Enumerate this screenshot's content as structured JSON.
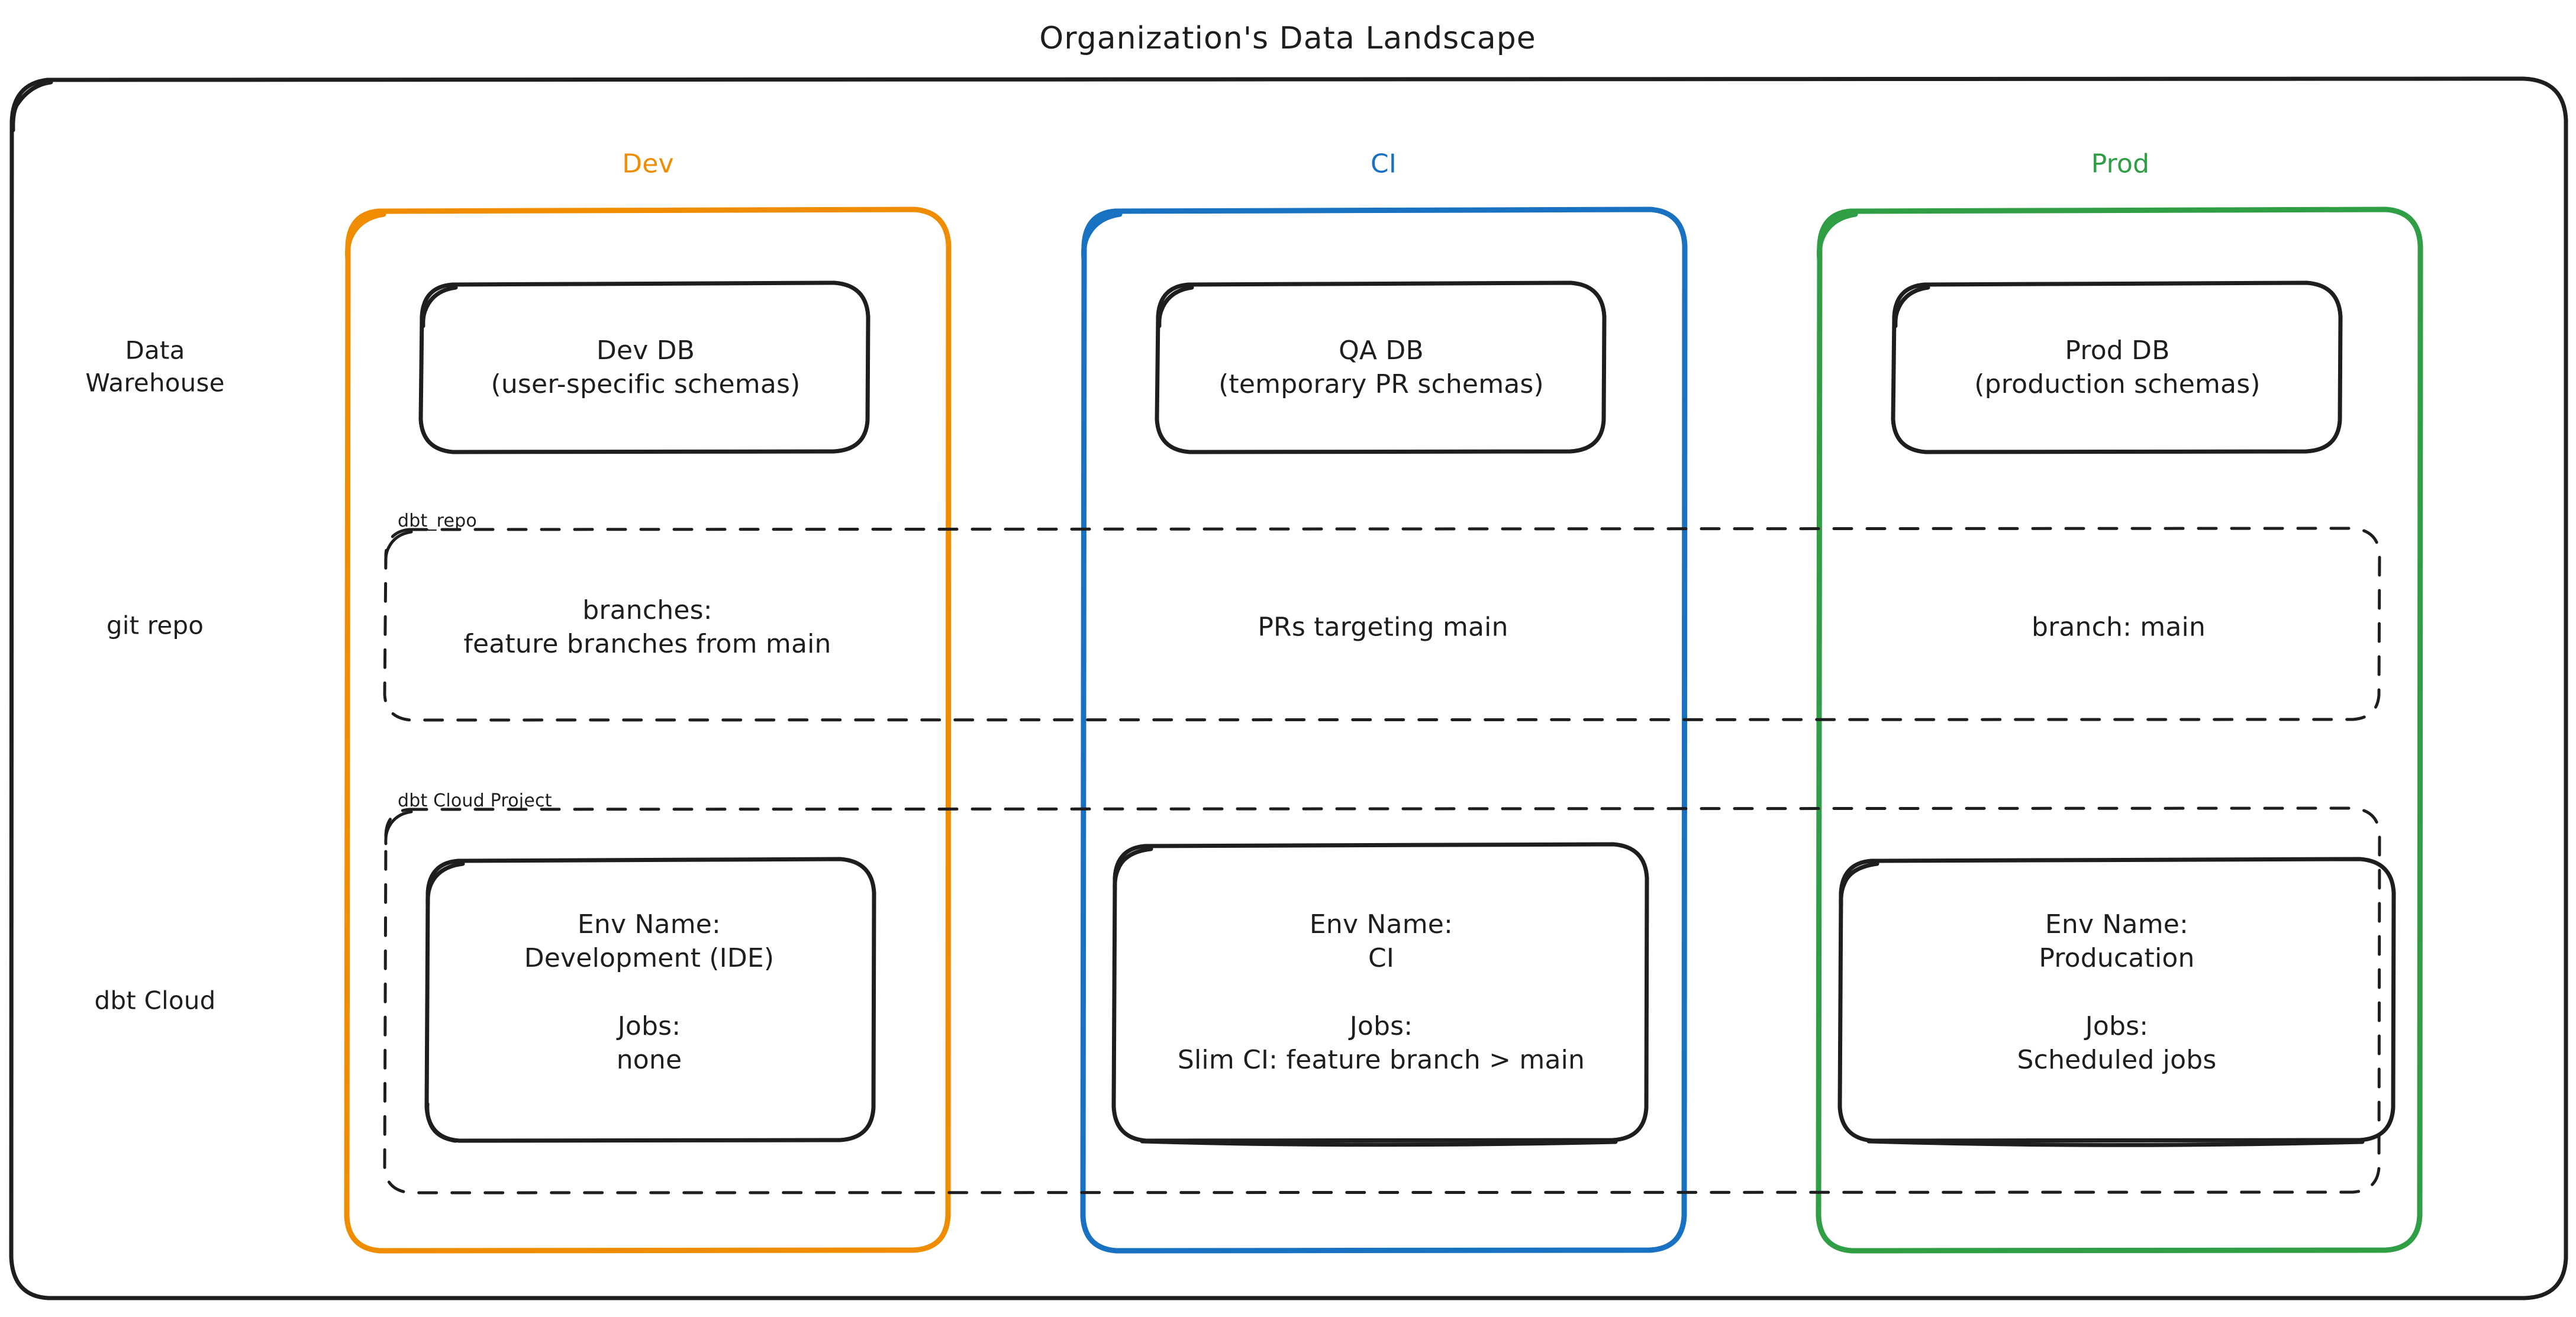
{
  "diagram": {
    "title": "Organization's Data Landscape",
    "type": "architecture-matrix",
    "colors": {
      "dev": "#f08c00",
      "ci": "#1971c2",
      "prod": "#2f9e44",
      "stroke": "#1e1e1e",
      "background": "#ffffff"
    },
    "columns": [
      {
        "key": "dev",
        "label": "Dev",
        "color": "#f08c00"
      },
      {
        "key": "ci",
        "label": "CI",
        "color": "#1971c2"
      },
      {
        "key": "prod",
        "label": "Prod",
        "color": "#2f9e44"
      }
    ],
    "rows": [
      {
        "key": "warehouse",
        "label": "Data\nWarehouse"
      },
      {
        "key": "git",
        "label": "git repo"
      },
      {
        "key": "dbtcloud",
        "label": "dbt Cloud"
      }
    ],
    "groups": [
      {
        "key": "git_group",
        "label": "dbt_repo"
      },
      {
        "key": "dbt_group",
        "label": "dbt Cloud Project"
      }
    ],
    "cells": {
      "warehouse": {
        "dev": "Dev DB\n(user-specific schemas)",
        "ci": "QA DB\n(temporary PR schemas)",
        "prod": "Prod DB\n(production schemas)"
      },
      "git": {
        "dev": "branches:\nfeature branches from main",
        "ci": "PRs targeting main",
        "prod": "branch: main"
      },
      "dbtcloud": {
        "dev": "Env Name:\nDevelopment (IDE)\n\nJobs:\nnone",
        "ci": "Env Name:\nCI\n\nJobs:\nSlim CI: feature branch > main",
        "prod": "Env Name:\nProducation\n\nJobs:\nScheduled jobs"
      }
    }
  }
}
